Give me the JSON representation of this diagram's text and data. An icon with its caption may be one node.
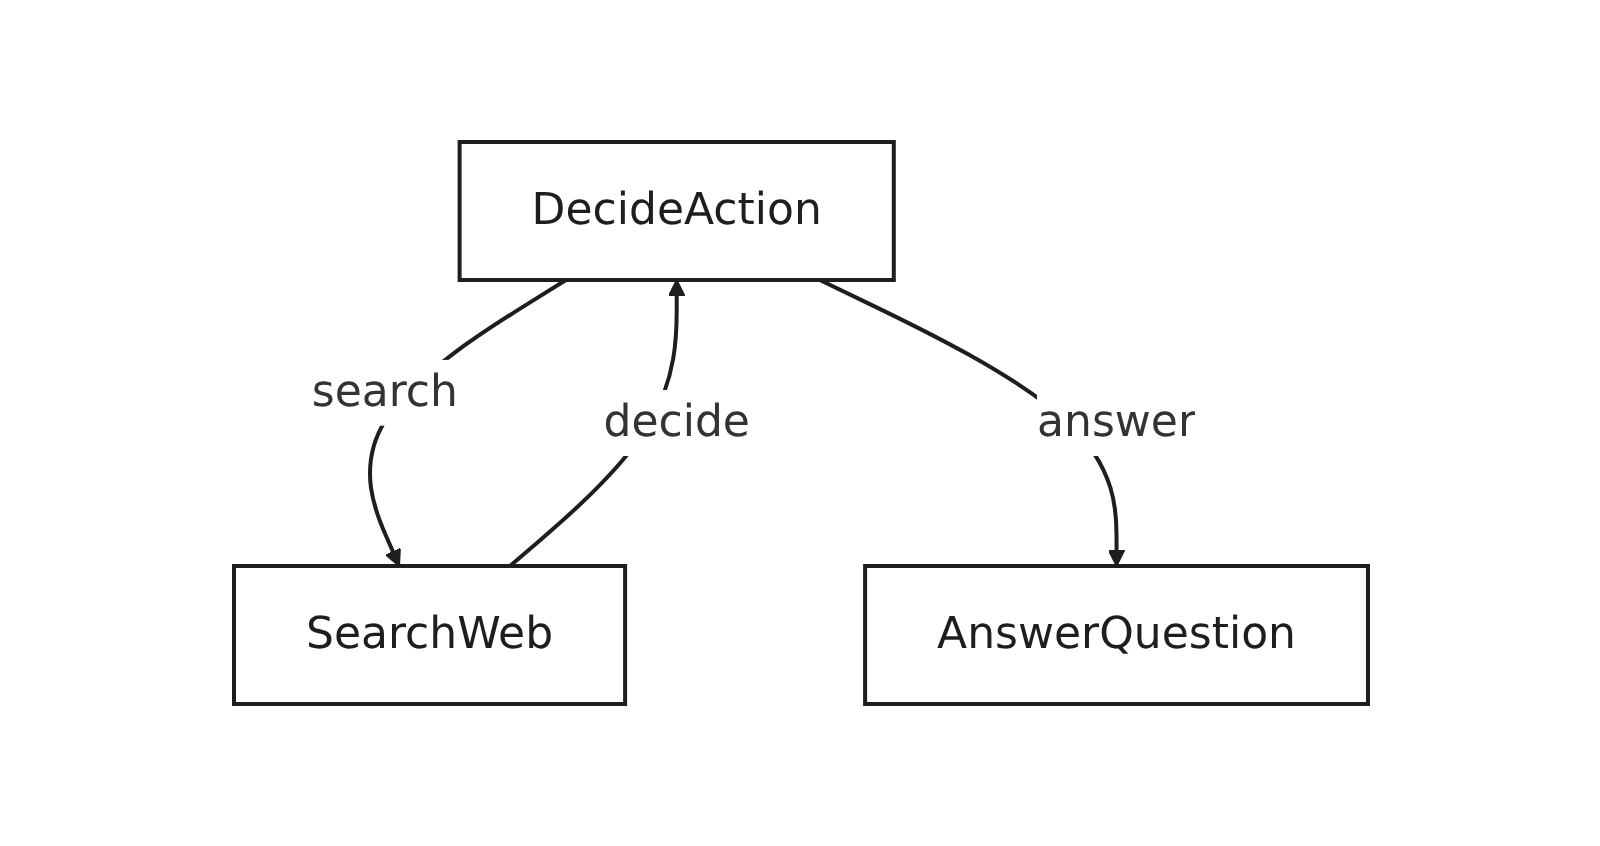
{
  "diagram": {
    "nodes": [
      {
        "text": [
          "DecideAction"
        ]
      },
      {
        "text": [
          "SearchWeb"
        ]
      },
      {
        "text": [
          "AnswerQuestion"
        ]
      }
    ],
    "edges": [
      {
        "from": 0,
        "to": 1,
        "arrow": "to",
        "label": "search"
      },
      {
        "from": 1,
        "to": 0,
        "arrow": "to",
        "label": "decide"
      },
      {
        "from": 0,
        "to": 2,
        "arrow": "to",
        "label": "answer"
      }
    ]
  }
}
